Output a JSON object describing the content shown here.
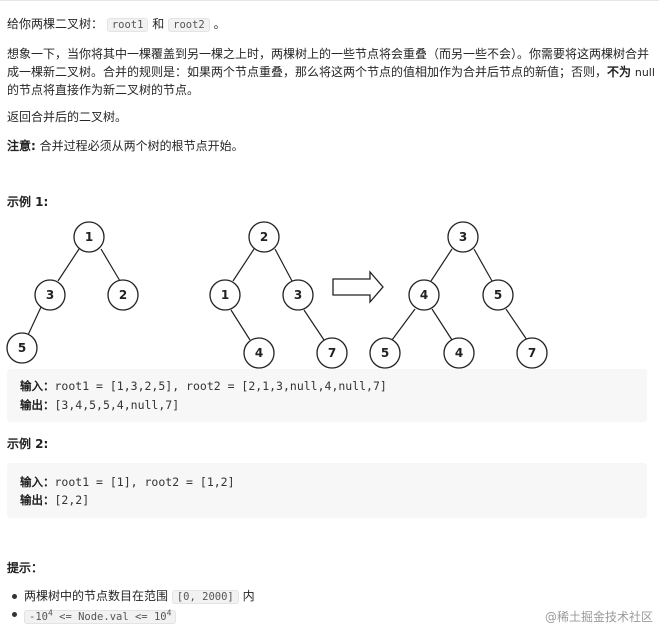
{
  "para1": {
    "before": "给你两棵二叉树：",
    "code1": "root1",
    "mid": "和",
    "code2": "root2",
    "after": "。"
  },
  "para2": {
    "line1": "想象一下，当你将其中一棵覆盖到另一棵之上时，两棵树上的一些节点将会重叠（而另一些不会）。你需要将这两棵树合并",
    "line2": "成一棵新二叉树。合并的规则是：如果两个节点重叠，那么将这两个节点的值相加作为合并后节点的新值；否则，",
    "bold": "不为",
    "null_word": "null",
    "line3": "的节点将直接作为新二叉树的节点。"
  },
  "para3": "返回合并后的二叉树。",
  "note": {
    "label": "注意:",
    "text": "合并过程必须从两个树的根节点开始。"
  },
  "example1": {
    "heading": "示例 1:",
    "tree_a": {
      "nodes": [
        "1",
        "3",
        "2",
        "5"
      ]
    },
    "tree_b": {
      "nodes": [
        "2",
        "1",
        "3",
        "4",
        "7"
      ]
    },
    "tree_c": {
      "nodes": [
        "3",
        "4",
        "5",
        "5",
        "4",
        "7"
      ]
    },
    "input_label": "输入：",
    "input_value": "root1 = [1,3,2,5], root2 = [2,1,3,null,4,null,7]",
    "output_label": "输出：",
    "output_value": "[3,4,5,5,4,null,7]"
  },
  "example2": {
    "heading": "示例 2:",
    "input_label": "输入：",
    "input_value": "root1 = [1], root2 = [1,2]",
    "output_label": "输出：",
    "output_value": "[2,2]"
  },
  "hints": {
    "heading": "提示：",
    "item1": {
      "before": "两棵树中的节点数目在范围",
      "code": "[0, 2000]",
      "after": "内"
    },
    "item2": {
      "neg": "-10",
      "exp": "4",
      "mid": " <= Node.val <= 10",
      "exp2": "4"
    }
  },
  "watermark": "@稀土掘金技术社区"
}
